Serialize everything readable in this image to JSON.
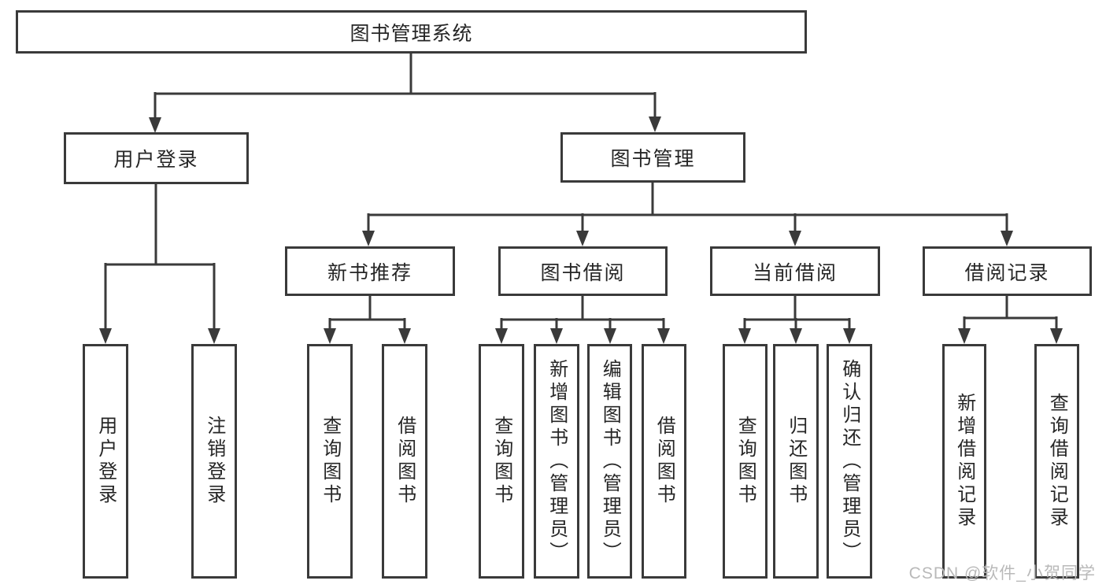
{
  "tree": {
    "root": {
      "label": "图书管理系统"
    },
    "level2": [
      {
        "label": "用户登录",
        "leaves": [
          "用户登录",
          "注销登录"
        ]
      },
      {
        "label": "图书管理",
        "children": [
          {
            "label": "新书推荐",
            "leaves": [
              "查询图书",
              "借阅图书"
            ]
          },
          {
            "label": "图书借阅",
            "leaves": [
              "查询图书",
              "新增图书（管理员）",
              "编辑图书（管理员）",
              "借阅图书"
            ]
          },
          {
            "label": "当前借阅",
            "leaves": [
              "查询图书",
              "归还图书",
              "确认归还（管理员）"
            ]
          },
          {
            "label": "借阅记录",
            "leaves": [
              "新增借阅记录",
              "查询借阅记录"
            ]
          }
        ]
      }
    ]
  },
  "watermark": {
    "text": "CSDN @软件_小贺同学"
  },
  "colors": {
    "line": "#3a3a3a",
    "text": "#262626",
    "background": "#ffffff",
    "watermark": "#b9b9b9"
  }
}
